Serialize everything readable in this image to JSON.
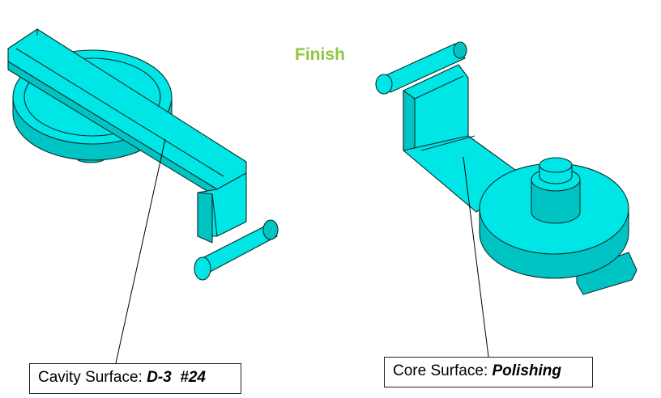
{
  "title": "Finish",
  "labels": {
    "cavity": {
      "prefix": "Cavity Surface: ",
      "value": "D-3  #24"
    },
    "core": {
      "prefix": "Core Surface: ",
      "value": "Polishing"
    }
  },
  "colors": {
    "part_fill": "#00E5E5",
    "part_shade": "#00C4C4",
    "edge": "#0B2E2E",
    "title": "#8DC63F"
  }
}
